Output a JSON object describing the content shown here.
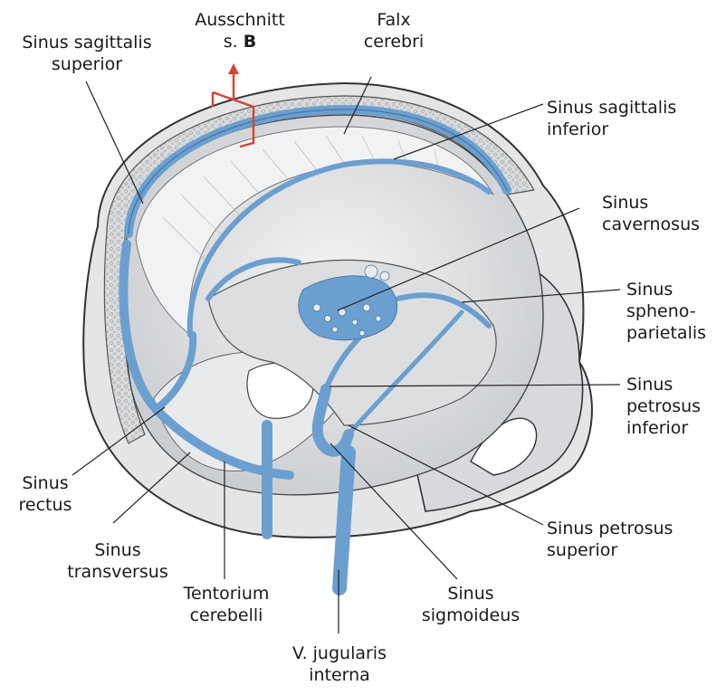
{
  "labels": {
    "sinus_sagittalis_superior": [
      "Sinus sagittalis",
      "superior"
    ],
    "ausschnitt": [
      "Ausschnitt",
      "s.",
      "B"
    ],
    "falx_cerebri": [
      "Falx",
      "cerebri"
    ],
    "sinus_sagittalis_inferior": [
      "Sinus sagittalis",
      "inferior"
    ],
    "sinus_cavernosus": [
      "Sinus",
      "cavernosus"
    ],
    "sinus_sphenoparietalis": [
      "Sinus",
      "spheno-",
      "parietalis"
    ],
    "sinus_petrosus_inferior": [
      "Sinus",
      "petrosus",
      "inferior"
    ],
    "sinus_petrosus_superior": [
      "Sinus petrosus",
      "superior"
    ],
    "sinus_rectus": [
      "Sinus",
      "rectus"
    ],
    "sinus_transversus": [
      "Sinus",
      "transversus"
    ],
    "tentorium_cerebelli": [
      "Tentorium",
      "cerebelli"
    ],
    "sinus_sigmoideus": [
      "Sinus",
      "sigmoideus"
    ],
    "v_jugularis_interna": [
      "V. jugularis",
      "interna"
    ]
  },
  "colors": {
    "sinus_blue": "#6b9fd0",
    "sinus_outline": "#3f6f9a",
    "bone_light": "#e6e8ea",
    "bone_mid": "#cfd2d5",
    "outline": "#333333",
    "marker_red": "#d2452e"
  }
}
